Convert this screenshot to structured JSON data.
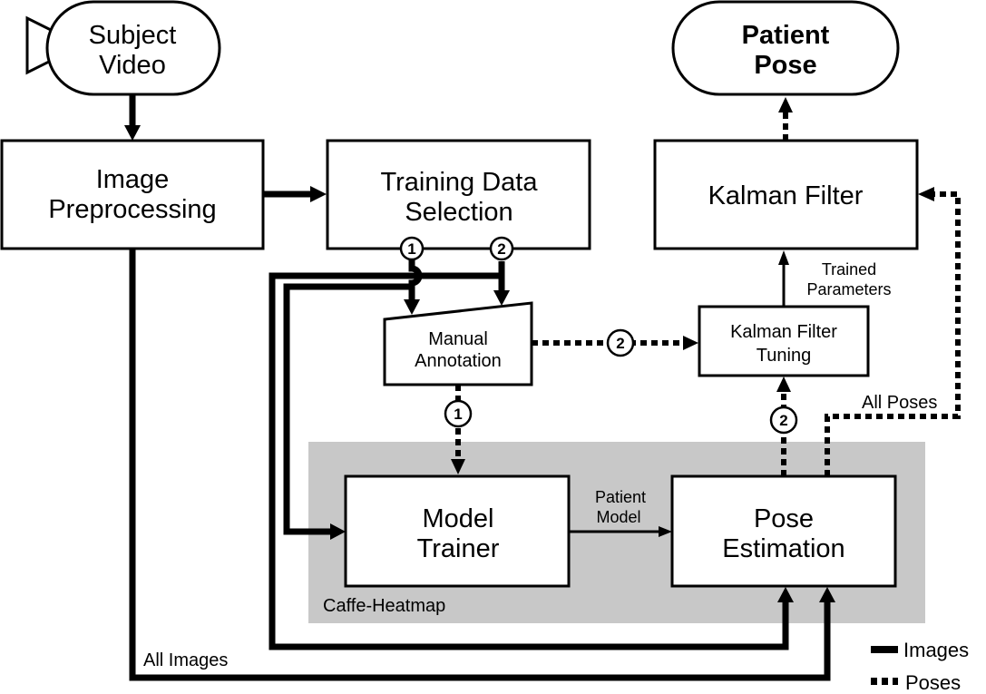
{
  "nodes": {
    "subject_video": {
      "line1": "Subject",
      "line2": "Video"
    },
    "image_preprocessing": {
      "line1": "Image",
      "line2": "Preprocessing"
    },
    "training_data_selection": {
      "line1": "Training Data",
      "line2": "Selection"
    },
    "kalman_filter": {
      "label": "Kalman Filter"
    },
    "patient_pose": {
      "line1": "Patient",
      "line2": "Pose"
    },
    "manual_annotation": {
      "line1": "Manual",
      "line2": "Annotation"
    },
    "kalman_filter_tuning": {
      "line1": "Kalman Filter",
      "line2": "Tuning"
    },
    "model_trainer": {
      "line1": "Model",
      "line2": "Trainer"
    },
    "pose_estimation": {
      "line1": "Pose",
      "line2": "Estimation"
    }
  },
  "group": {
    "label": "Caffe-Heatmap",
    "color": "#c8c8c8"
  },
  "edge_labels": {
    "trained_parameters_1": "Trained",
    "trained_parameters_2": "Parameters",
    "patient_model_1": "Patient",
    "patient_model_2": "Model",
    "all_poses": "All Poses",
    "all_images": "All Images"
  },
  "badges": {
    "b1": "1",
    "b2": "2"
  },
  "legend": {
    "images": "Images",
    "poses": "Poses"
  }
}
